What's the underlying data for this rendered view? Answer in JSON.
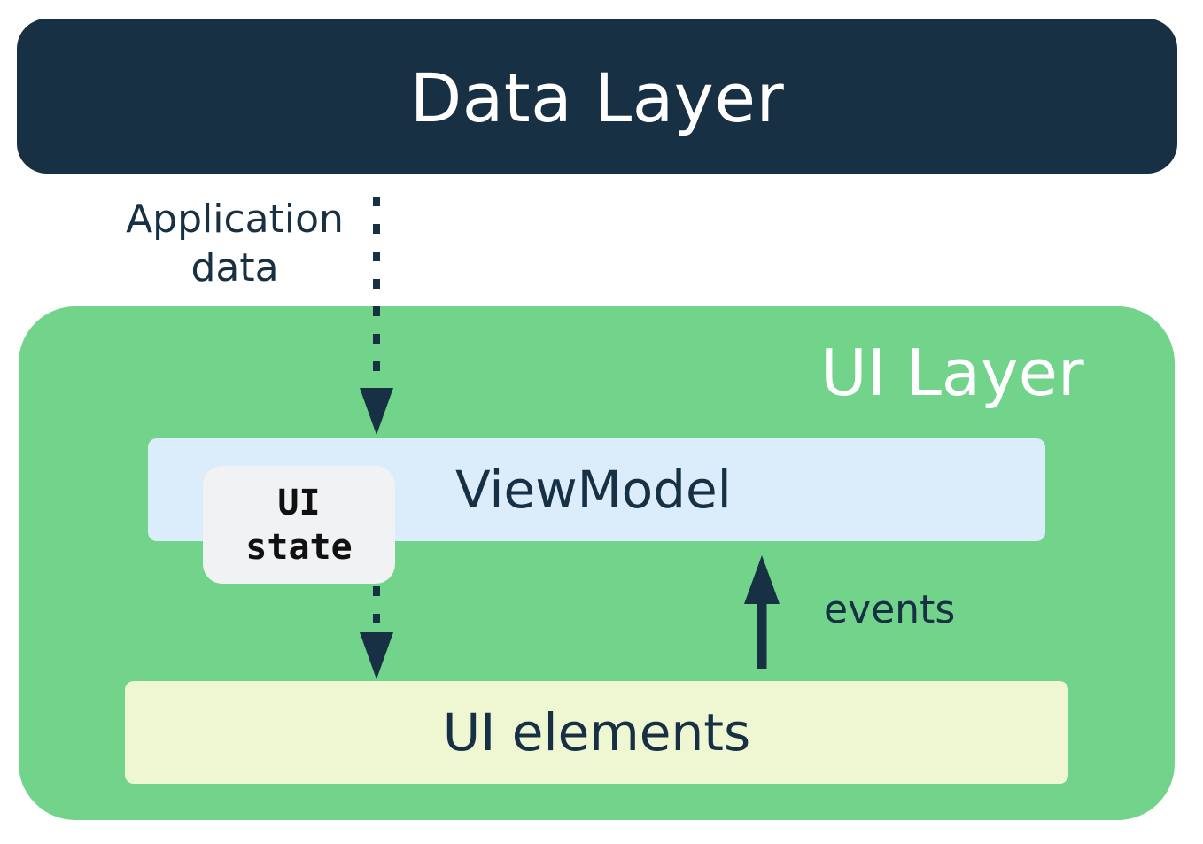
{
  "data_layer": {
    "title": "Data Layer"
  },
  "application_data": {
    "line1": "Application",
    "line2": "data"
  },
  "ui_layer": {
    "title": "UI Layer"
  },
  "viewmodel": {
    "label": "ViewModel"
  },
  "ui_state": {
    "line1": "UI",
    "line2": "state"
  },
  "events": {
    "label": "events"
  },
  "ui_elements": {
    "label": "UI elements"
  },
  "colors": {
    "dark_navy": "#173044",
    "ui_layer_green": "#71d48a",
    "viewmodel_blue": "#dbedfb",
    "ui_elements_cream": "#eff6d2",
    "ui_state_gray": "#f0f2f4"
  }
}
